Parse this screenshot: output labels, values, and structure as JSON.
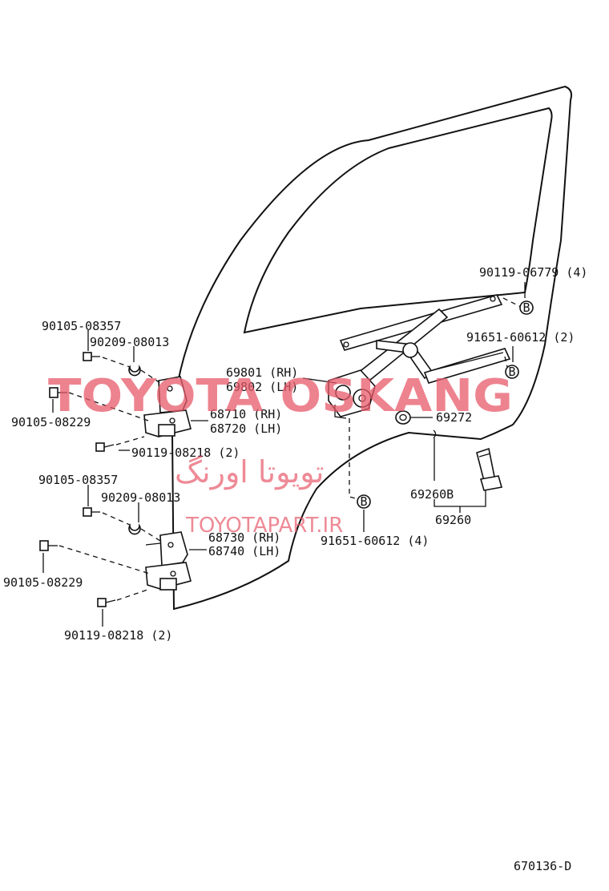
{
  "watermark": {
    "brand": "TOYOTA OSKANG",
    "persian": "تویوتا اورنگ",
    "site": "TOYOTAPART.IR"
  },
  "callouts": {
    "p90119_06779": "90119-06779 (4)",
    "p91651_60612_2": "91651-60612 (2)",
    "p69801": "69801 (RH)",
    "p69802": "69802 (LH)",
    "p68710": "68710 (RH)",
    "p68720": "68720 (LH)",
    "p69272": "69272",
    "p90119_08218_a": "90119-08218 (2)",
    "p90105_08357_a": "90105-08357",
    "p90209_08013_a": "90209-08013",
    "p90105_08229_a": "90105-08229",
    "p90105_08357_b": "90105-08357",
    "p90209_08013_b": "90209-08013",
    "p68730": "68730 (RH)",
    "p68740": "68740 (LH)",
    "p69260B": "69260B",
    "p69260": "69260",
    "p91651_60612_4": "91651-60612 (4)",
    "p90105_08229_b": "90105-08229",
    "p90119_08218_b": "90119-08218 (2)"
  },
  "marker_letter": "B",
  "diagram_code": "670136-D"
}
